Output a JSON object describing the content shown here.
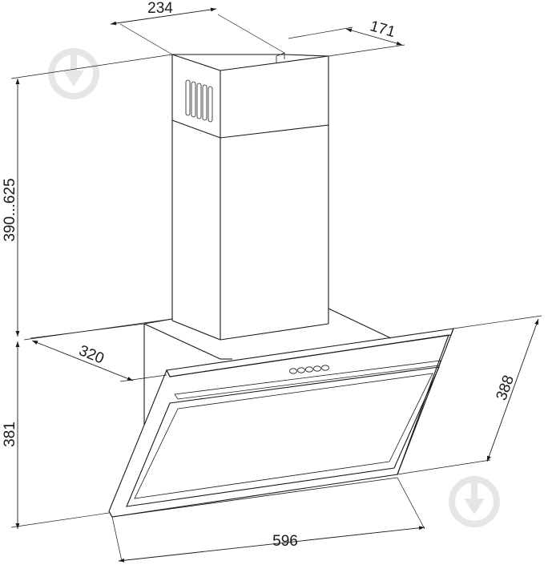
{
  "dimensions": {
    "chimney_width": "234",
    "chimney_depth": "171",
    "chimney_height": "390...625",
    "hood_depth": "320",
    "hood_height": "381",
    "panel_length": "388",
    "hood_width": "596"
  },
  "colors": {
    "line": "#1a1a1a",
    "watermark": "#e6e6e6",
    "background": "#ffffff"
  },
  "icons": [
    "watermark-logo-icon",
    "watermark-logo-icon"
  ]
}
